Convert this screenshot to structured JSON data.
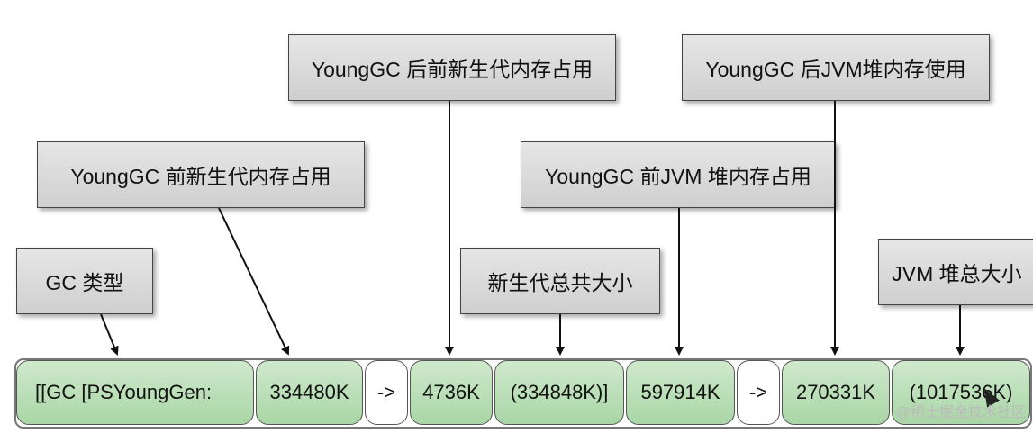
{
  "callouts": {
    "gc_type": "GC 类型",
    "young_before": "YoungGC 前新生代内存占用",
    "young_after": "YoungGC 后前新生代内存占用",
    "young_total": "新生代总共大小",
    "heap_before": "YoungGC 前JVM 堆内存占用",
    "heap_after": "YoungGC 后JVM堆内存使用",
    "heap_total": "JVM 堆总大小"
  },
  "log_cells": [
    "[[GC [PSYoungGen:",
    "334480K",
    "->",
    "4736K",
    "(334848K)]",
    "597914K",
    "->",
    "270331K",
    "(1017536K)"
  ],
  "watermark": "@稀土掘金技术社区",
  "colors": {
    "cell_green": "#b9dfb5",
    "callout_gray": "#d8d8d8"
  }
}
